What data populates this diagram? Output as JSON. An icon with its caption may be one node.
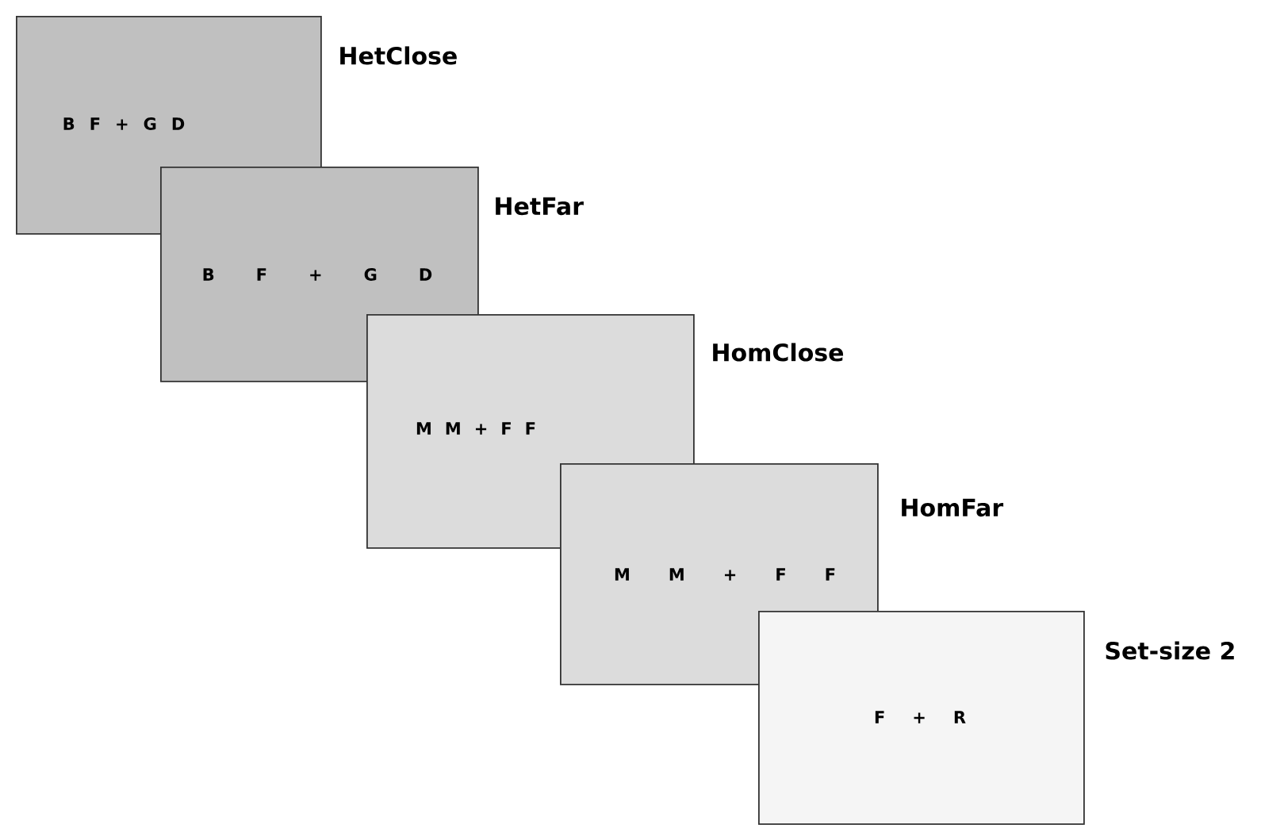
{
  "diagram": {
    "nodes": [
      {
        "text": [
          "HetClose",
          "B F + G D"
        ]
      },
      {
        "text": [
          "HetFar",
          "B F + G D"
        ]
      },
      {
        "text": [
          "HomClose",
          "M M + F F"
        ]
      },
      {
        "text": [
          "HomFar",
          "M M + F F"
        ]
      },
      {
        "text": [
          "Set-size 2",
          "F + R"
        ]
      }
    ]
  }
}
